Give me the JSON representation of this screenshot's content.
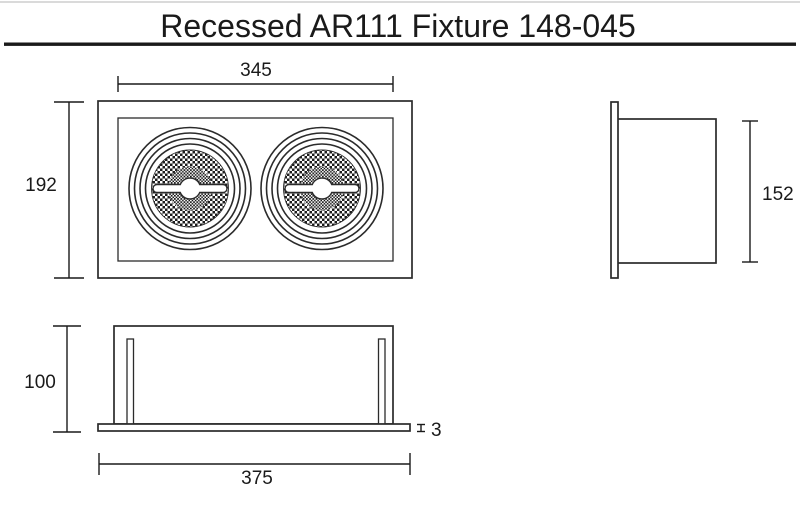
{
  "title": "Recessed AR111 Fixture 148-045",
  "views": {
    "front": {
      "width": "345",
      "height": "192"
    },
    "side": {
      "depth_height": "152"
    },
    "front_elevation": {
      "recess_depth": "100",
      "flange_thickness": "3",
      "overall_width": "375"
    }
  },
  "colors": {
    "line": "#2b2b2b",
    "dim": "#1a1a1a",
    "background": "#ffffff",
    "rule_light": "#b5b5b5"
  }
}
